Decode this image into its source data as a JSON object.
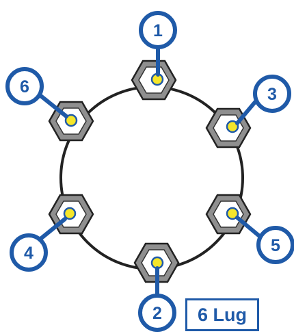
{
  "diagram": {
    "label": "6 Lug",
    "sequence_labels": [
      "1",
      "2",
      "3",
      "4",
      "5",
      "6"
    ],
    "colors": {
      "callout_blue": "#1f5aa8",
      "lug_center": "#f5e62a",
      "hex_gray": "#8f8f8f",
      "ring": "#222222"
    }
  }
}
